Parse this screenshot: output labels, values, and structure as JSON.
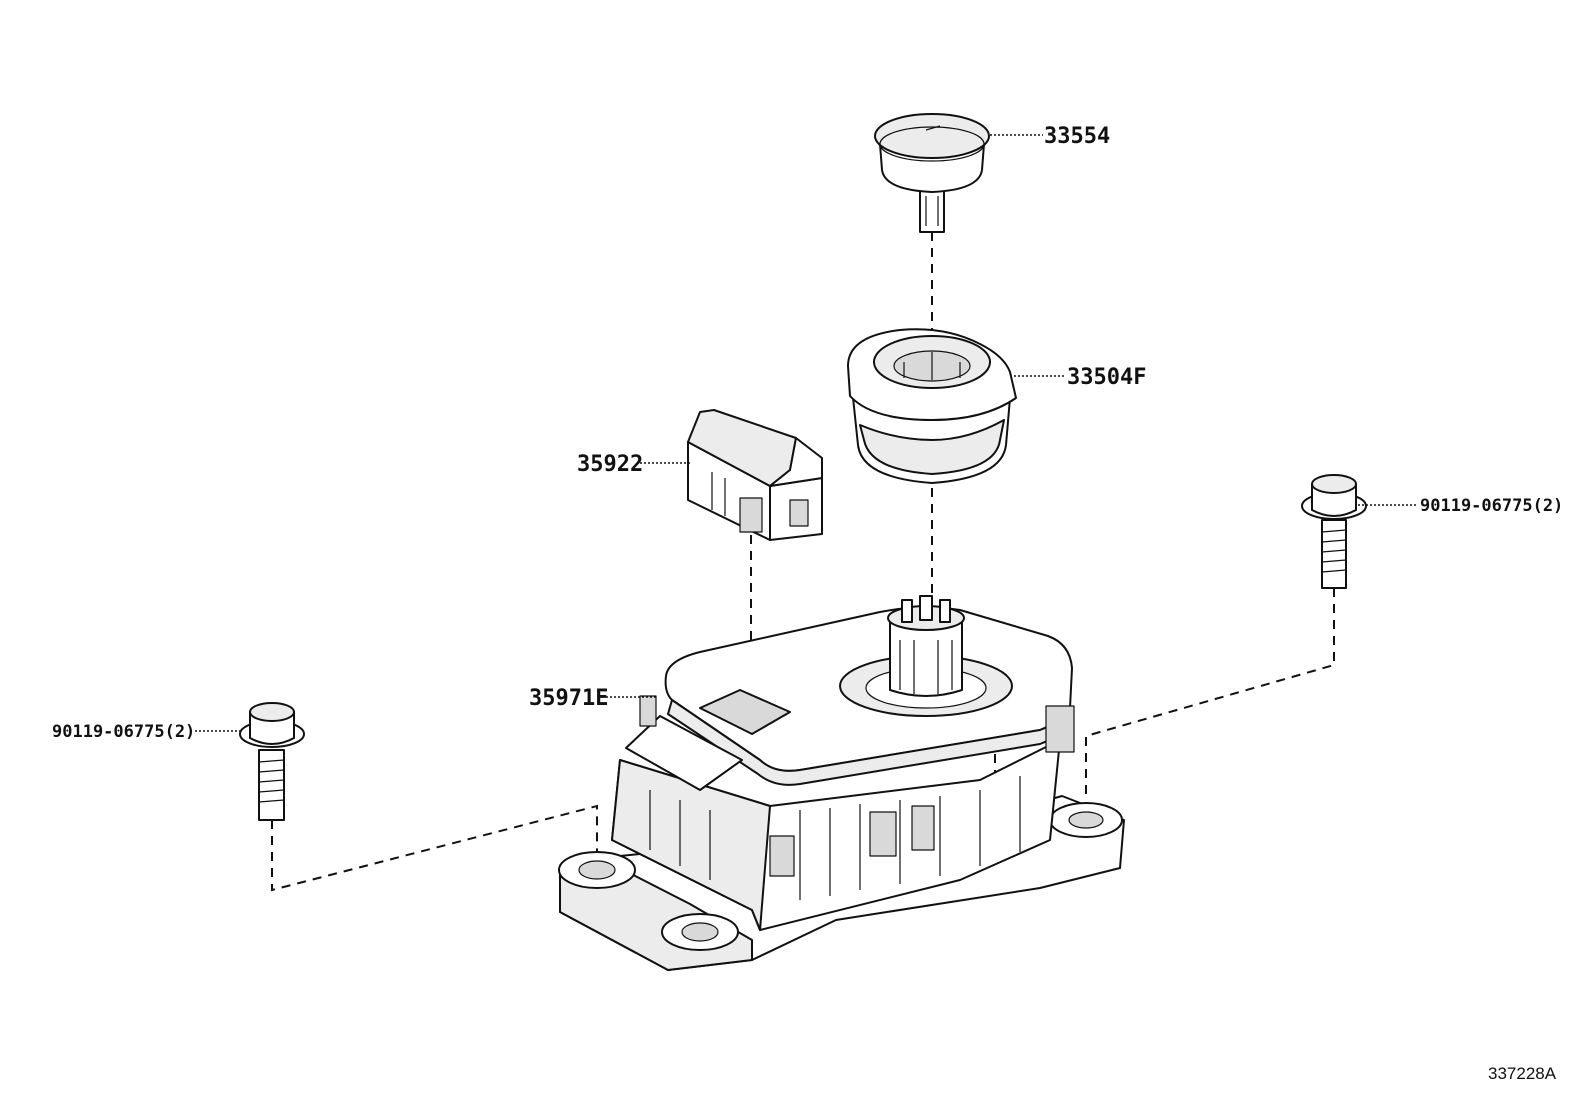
{
  "diagram": {
    "parts": [
      {
        "id": "p33554",
        "number": "33554"
      },
      {
        "id": "p33504f",
        "number": "33504F"
      },
      {
        "id": "p35922",
        "number": "35922"
      },
      {
        "id": "p35971e",
        "number": "35971E"
      },
      {
        "id": "bolt-right",
        "number": "90119-06775(2)"
      },
      {
        "id": "bolt-left",
        "number": "90119-06775(2)"
      }
    ],
    "diagram_code": "337228A"
  }
}
